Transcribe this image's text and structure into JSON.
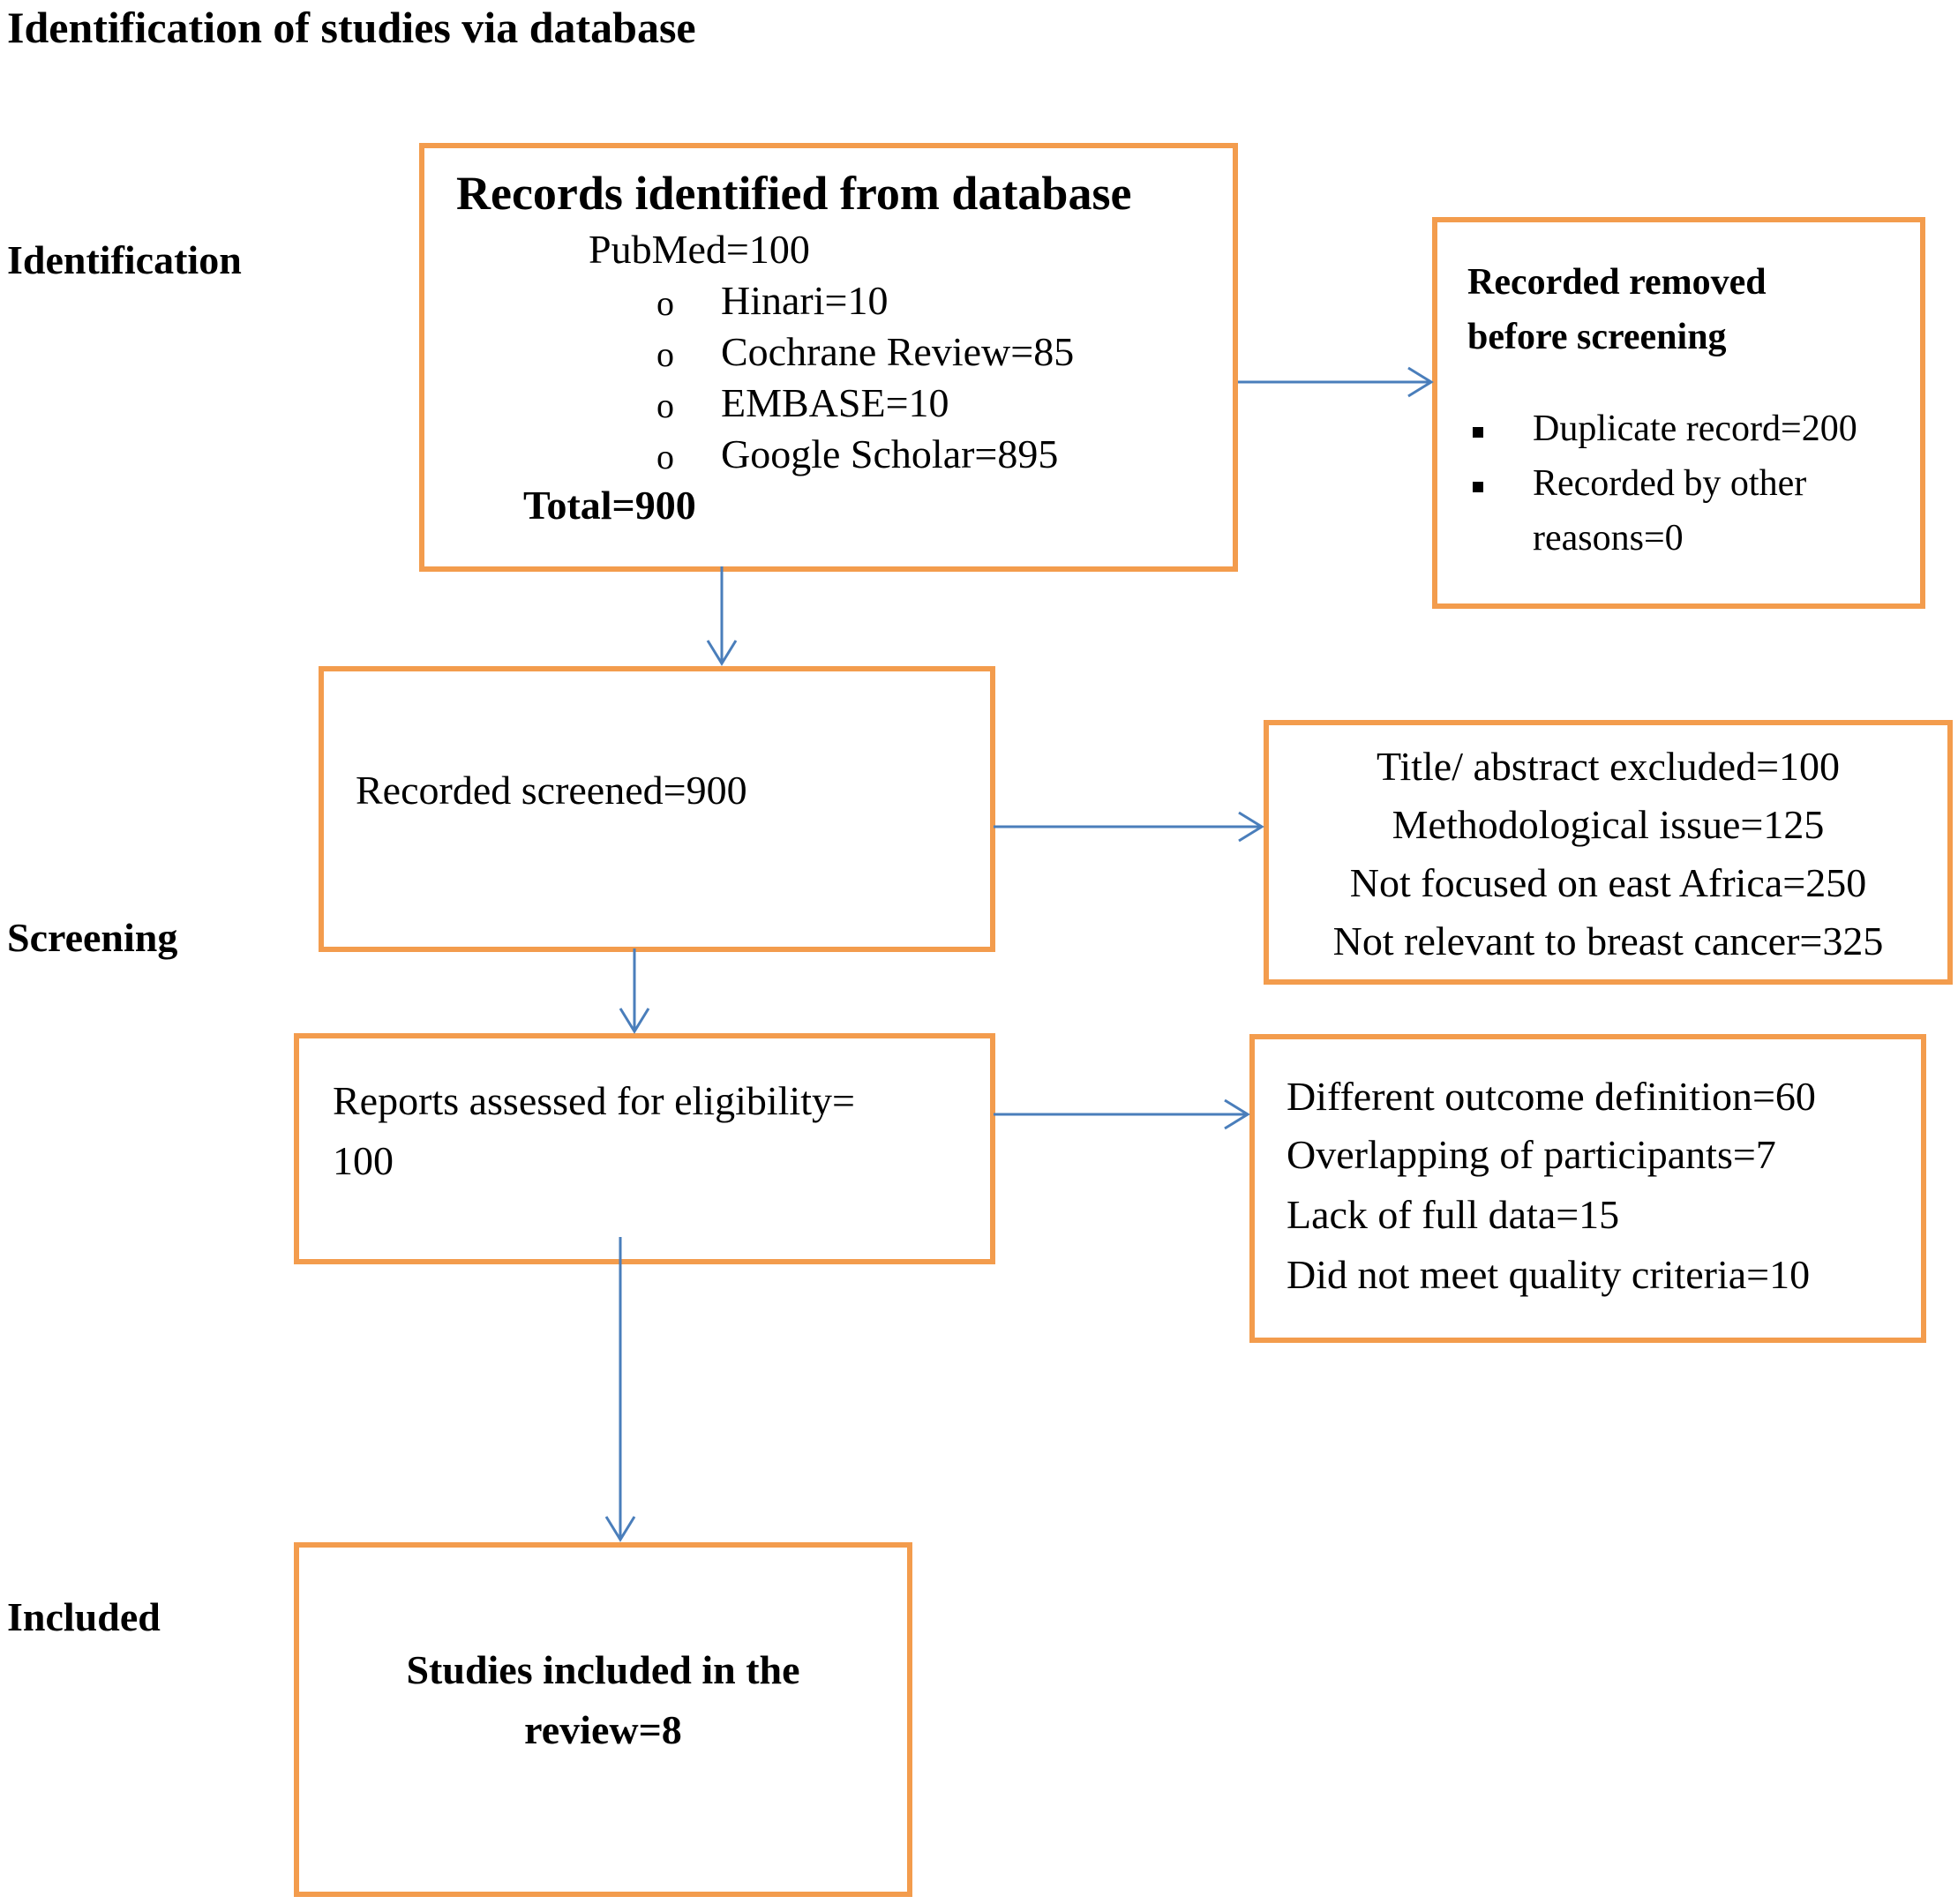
{
  "header": {
    "title": "Identification of studies via database"
  },
  "stages": {
    "identification": "Identification",
    "screening": "Screening",
    "included": "Included"
  },
  "identified": {
    "heading": "Records identified from database",
    "pubmed": "PubMed=100",
    "sources": [
      "Hinari=10",
      "Cochrane Review=85",
      "EMBASE=10",
      "Google Scholar=895"
    ],
    "bullet": "o",
    "total": "Total=900"
  },
  "removed": {
    "heading_line1": "Recorded removed",
    "heading_line2": "before screening",
    "items": [
      "Duplicate record=200",
      "Recorded by other",
      "reasons=0"
    ]
  },
  "screened": {
    "label": "Recorded screened=900"
  },
  "screen_excluded": {
    "lines": [
      "Title/ abstract excluded=100",
      "Methodological issue=125",
      "Not focused on east Africa=250",
      "Not relevant to breast cancer=325"
    ]
  },
  "eligibility": {
    "line1": "Reports assessed for eligibility=",
    "line2": "100"
  },
  "eligibility_excluded": {
    "lines": [
      "Different outcome definition=60",
      "Overlapping of participants=7",
      "Lack of full data=15",
      "Did not meet quality criteria=10"
    ]
  },
  "included": {
    "line1": "Studies included in the",
    "line2": "review=8"
  },
  "colors": {
    "box_border": "#F39C4D",
    "arrow": "#4A7EBB"
  }
}
